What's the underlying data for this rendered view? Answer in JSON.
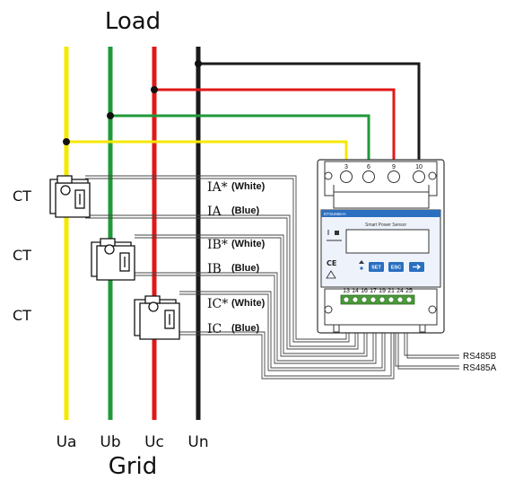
{
  "title_top": "Load",
  "title_bottom": "Grid",
  "phases": [
    "Ua",
    "Ub",
    "Uc",
    "Un"
  ],
  "ct_labels": [
    "CT",
    "CT",
    "CT"
  ],
  "current_labels": [
    {
      "name": "IA*",
      "color": "(White)"
    },
    {
      "name": "IA",
      "color": "(Blue)"
    },
    {
      "name": "IB*",
      "color": "(White)"
    },
    {
      "name": "IB",
      "color": "(Blue)"
    },
    {
      "name": "IC*",
      "color": "(White)"
    },
    {
      "name": "IC",
      "color": "(Blue)"
    }
  ],
  "rs485": [
    "RS485B",
    "RS485A"
  ],
  "meter": {
    "top_terminals": [
      "3",
      "6",
      "9",
      "10"
    ],
    "bottom_terminals": [
      "13",
      "14",
      "16",
      "17",
      "19",
      "21",
      "24",
      "25"
    ],
    "model_label": "DTSU666-H",
    "title": "Smart Power Sensor",
    "buttons": [
      "SET",
      "ESC"
    ]
  },
  "colors": {
    "phase_a": "#f5e800",
    "phase_b": "#1f9a3a",
    "phase_c": "#e01818",
    "neutral": "#1a1a1a",
    "meter_blue": "#2a6fc0",
    "terminal_green": "#4a9a3a"
  }
}
